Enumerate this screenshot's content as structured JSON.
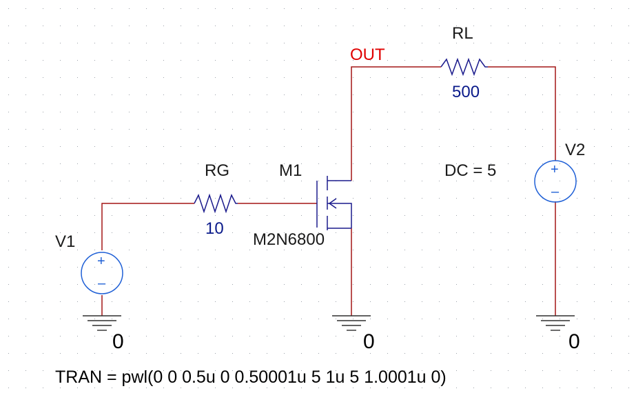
{
  "components": {
    "rl": {
      "name": "RL",
      "value": "500"
    },
    "rg": {
      "name": "RG",
      "value": "10"
    },
    "m1": {
      "name": "M1",
      "model": "M2N6800"
    },
    "v1": {
      "name": "V1"
    },
    "v2": {
      "name": "V2",
      "dc": "DC = 5"
    }
  },
  "nets": {
    "out": "OUT"
  },
  "grounds": [
    "0",
    "0",
    "0"
  ],
  "source_signs": {
    "plus": "+",
    "minus": "–"
  },
  "tran": "TRAN = pwl(0 0 0.5u 0 0.50001u 5 1u 5 1.0001u 0)",
  "colors": {
    "wire": "#a31515",
    "part": "#1a1a8c",
    "source": "#1e5fd6",
    "net_label": "#e00000",
    "grid_dot": "#9aa0a8"
  }
}
